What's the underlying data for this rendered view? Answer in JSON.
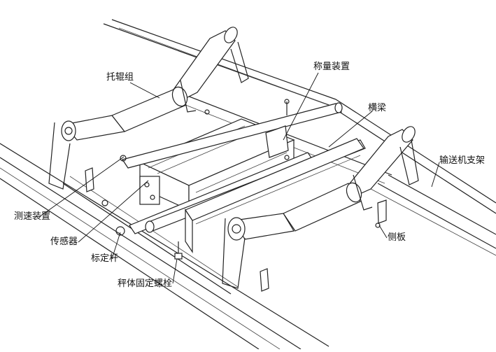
{
  "labels": {
    "idler_group": "托辊组",
    "weighing_device": "称量装置",
    "cross_beam": "横梁",
    "conveyor_frame": "输送机支架",
    "speed_device": "测速装置",
    "sensor": "传感器",
    "calibration_rod": "标定杆",
    "scale_fixing_bolt": "秤体固定螺栓",
    "side_plate": "侧板"
  }
}
